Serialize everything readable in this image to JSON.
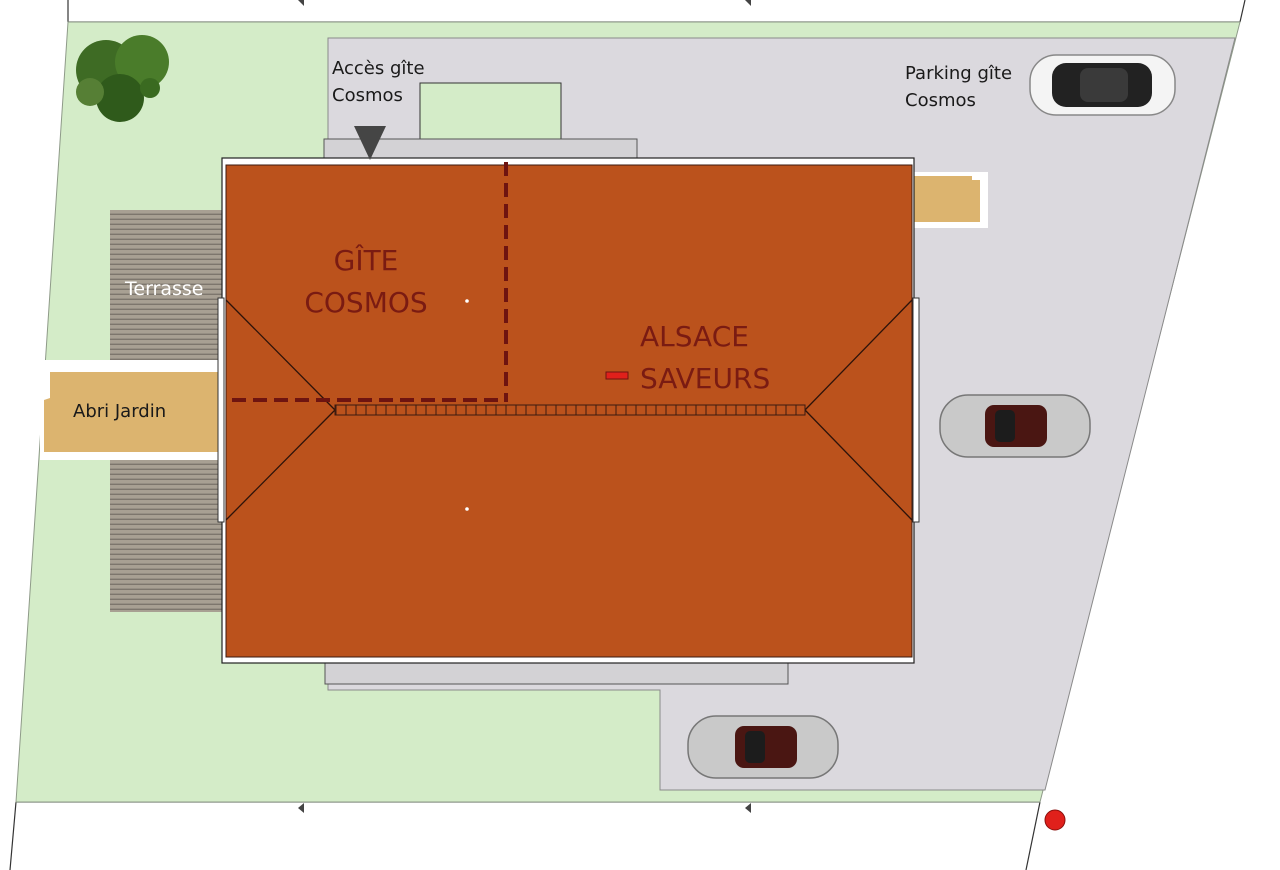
{
  "labels": {
    "acces_gite_line1": "Accès gîte",
    "acces_gite_line2": "Cosmos",
    "parking_line1": "Parking gîte",
    "parking_line2": "Cosmos",
    "gite_line1": "GÎTE",
    "gite_line2": "COSMOS",
    "alsace_line1": "ALSACE",
    "alsace_line2": "SAVEURS",
    "terrasse": "Terrasse",
    "abri_jardin": "Abri Jardin"
  },
  "colors": {
    "roof": "#bb521c",
    "roof_label": "#7a1b12",
    "lawn": "#d4ecc8",
    "driveway": "#dbd9de",
    "shed": "#dcb46f",
    "deck": "#9f978c",
    "marker": "#e0201b"
  }
}
